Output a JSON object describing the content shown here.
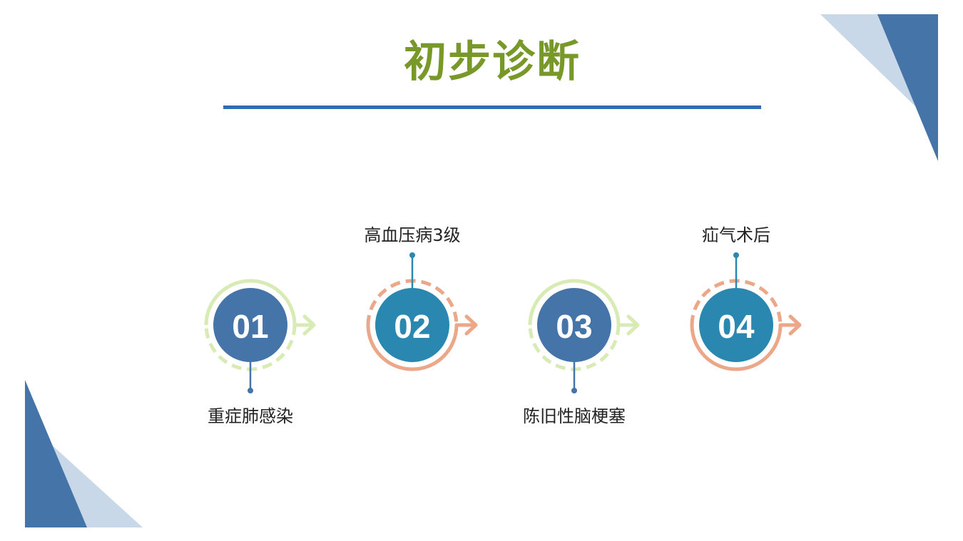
{
  "title": "初步诊断",
  "colors": {
    "blue": "#4474a8",
    "teal": "#2a88b0",
    "green_ring": "#d9ebb4",
    "orange_ring": "#eba787",
    "title": "#78992a",
    "rule": "#2f6db5"
  },
  "steps": [
    {
      "number": "01",
      "label": "重症肺感染",
      "label_position": "below",
      "ring": "green_ring",
      "fill": "blue"
    },
    {
      "number": "02",
      "label": "高血压病3级",
      "label_position": "above",
      "ring": "orange_ring",
      "fill": "teal"
    },
    {
      "number": "03",
      "label": "陈旧性脑梗塞",
      "label_position": "below",
      "ring": "green_ring",
      "fill": "blue"
    },
    {
      "number": "04",
      "label": "疝气术后",
      "label_position": "above",
      "ring": "orange_ring",
      "fill": "teal"
    }
  ]
}
